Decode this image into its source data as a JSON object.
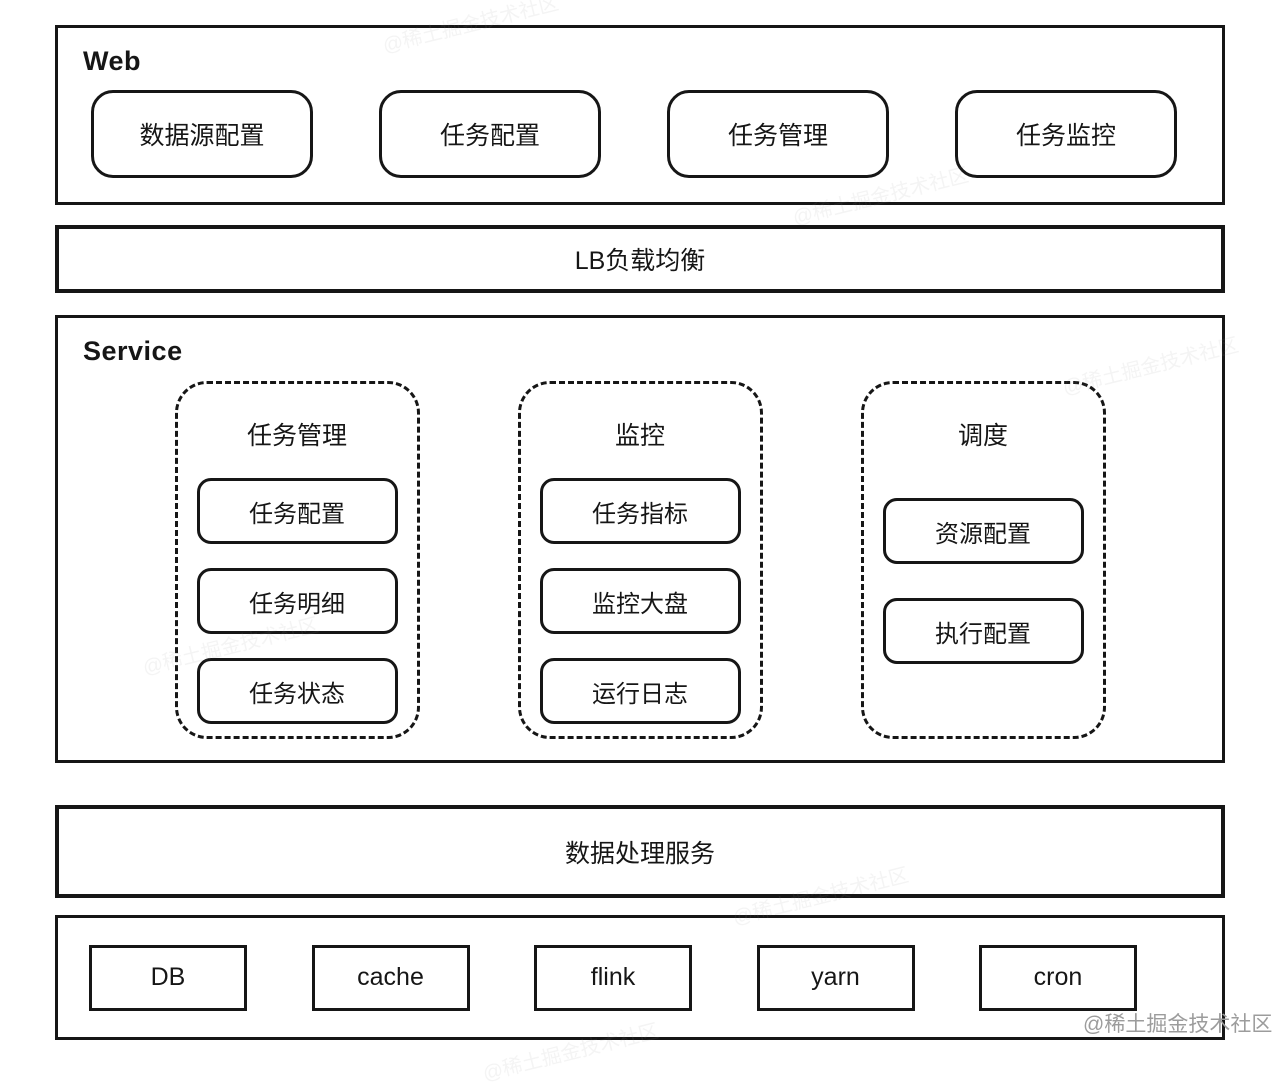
{
  "web": {
    "title": "Web",
    "boxes": [
      "数据源配置",
      "任务配置",
      "任务管理",
      "任务监控"
    ]
  },
  "lb": {
    "label": "LB负载均衡"
  },
  "service": {
    "title": "Service",
    "groups": [
      {
        "title": "任务管理",
        "items": [
          "任务配置",
          "任务明细",
          "任务状态"
        ]
      },
      {
        "title": "监控",
        "items": [
          "任务指标",
          "监控大盘",
          "运行日志"
        ]
      },
      {
        "title": "调度",
        "items": [
          "资源配置",
          "执行配置"
        ]
      }
    ]
  },
  "data_processing": {
    "label": "数据处理服务"
  },
  "infra": {
    "boxes": [
      "DB",
      "cache",
      "flink",
      "yarn",
      "cron"
    ]
  },
  "watermark": {
    "text": "@稀土掘金技术社区"
  },
  "colors": {
    "border": "#161616",
    "background": "#ffffff",
    "watermark": "#9c9c9c"
  }
}
